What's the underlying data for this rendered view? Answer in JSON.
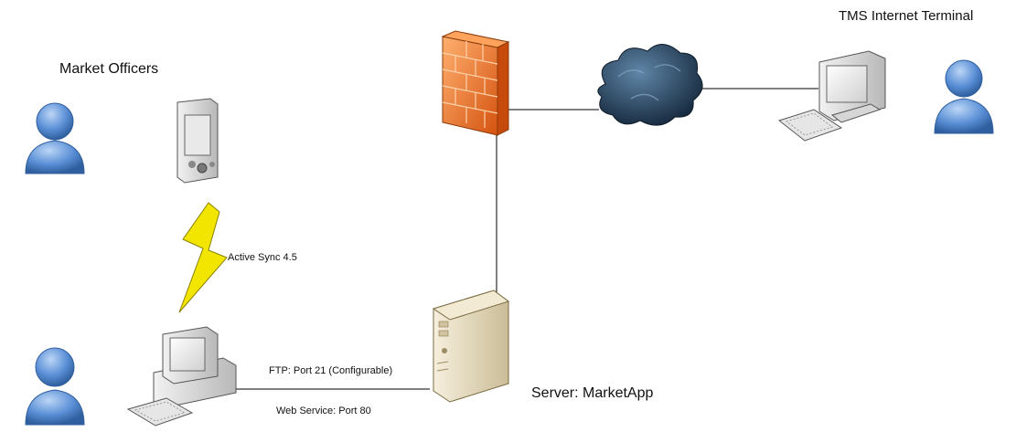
{
  "labels": {
    "market_officers": "Market Officers",
    "tms_terminal": "TMS Internet Terminal",
    "active_sync": "Active Sync 4.5",
    "ftp": "FTP: Port 21 (Configurable)",
    "web_service": "Web Service: Port 80",
    "server": "Server: MarketApp"
  },
  "icons": {
    "user": "user-icon",
    "pda": "pda-icon",
    "sync": "lightning-icon",
    "workstation": "desktop-computer-icon",
    "server": "server-tower-icon",
    "firewall": "firewall-icon",
    "cloud": "internet-cloud-icon",
    "terminal": "terminal-computer-icon"
  },
  "colors": {
    "user_blue": "#5a8fd6",
    "firewall_orange": "#f07a2a",
    "cloud_dark": "#2a4a6a",
    "lightning": "#f2e600",
    "server_beige": "#e8dcc0",
    "line": "#000000"
  }
}
